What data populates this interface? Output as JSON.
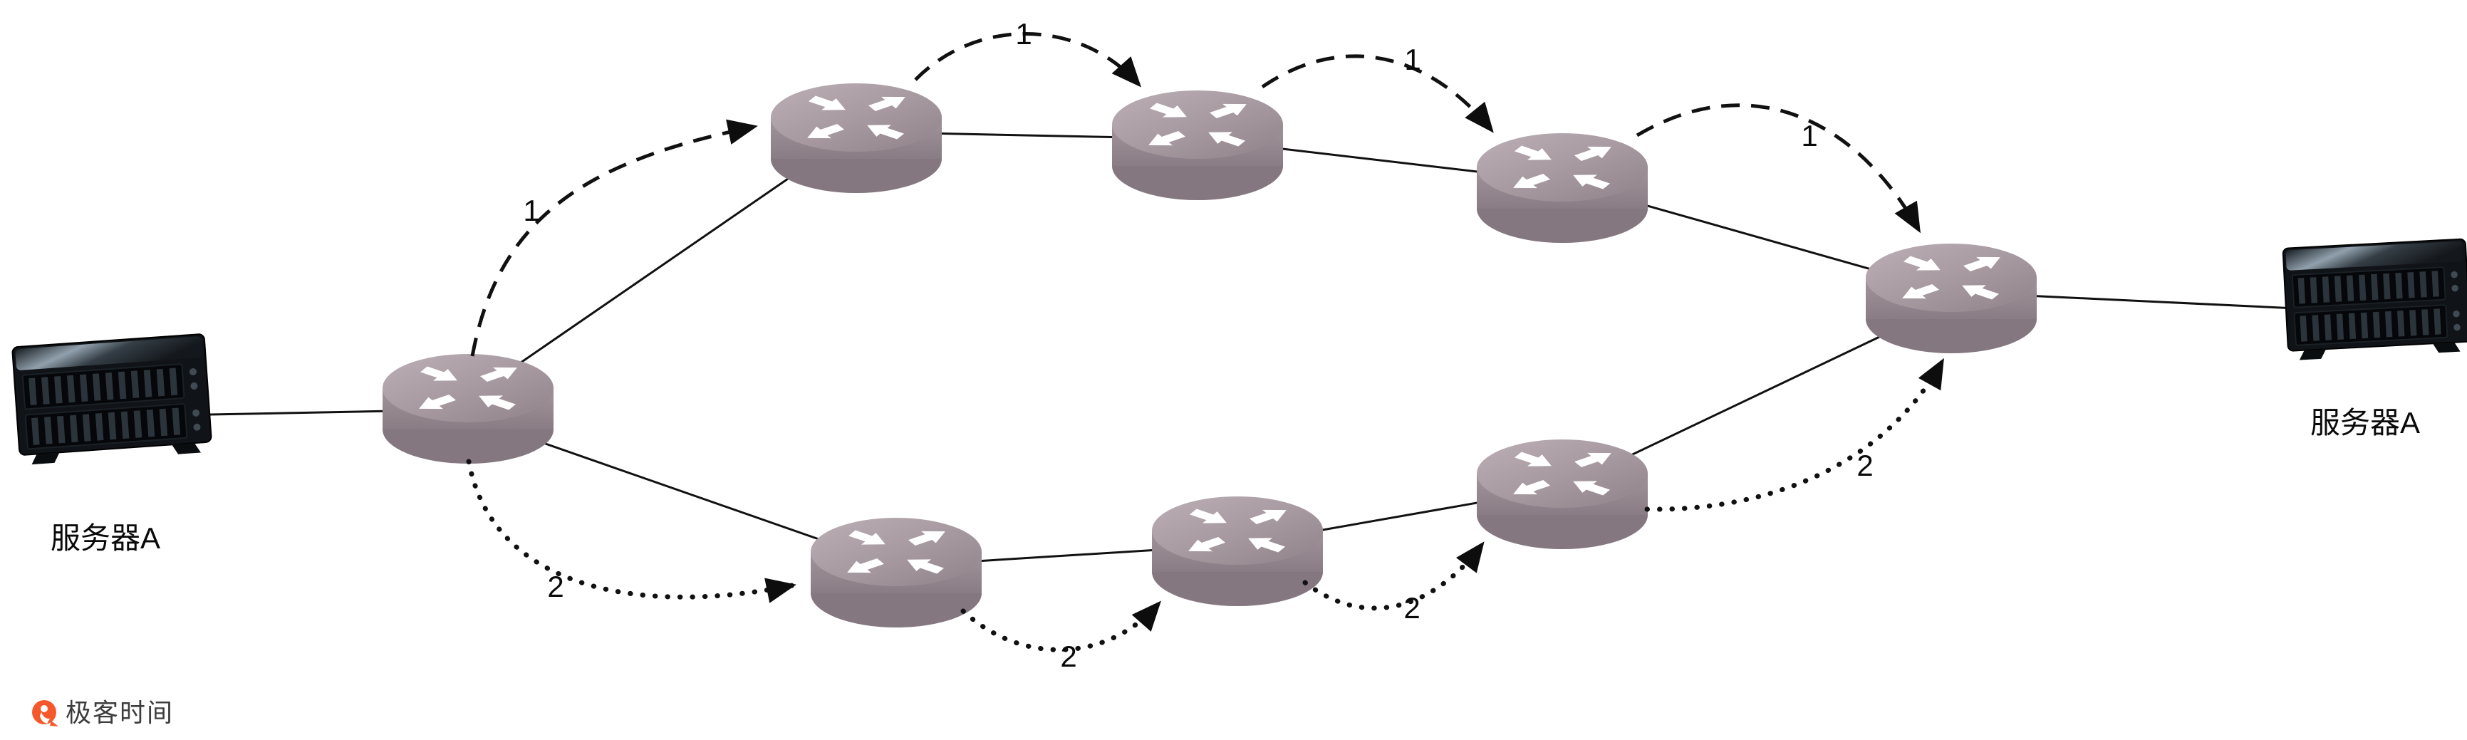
{
  "diagram": {
    "servers": {
      "left": {
        "label": "服务器A"
      },
      "right": {
        "label": "服务器A"
      }
    },
    "routes": {
      "path1": {
        "id": "1",
        "style": "dashed",
        "labels": [
          "1",
          "1",
          "1",
          "1"
        ]
      },
      "path2": {
        "id": "2",
        "style": "dotted",
        "labels": [
          "2",
          "2",
          "2",
          "2"
        ]
      }
    }
  },
  "branding": {
    "logo_text": "极客时间"
  },
  "colors": {
    "router_body": "#9b8d94",
    "router_top_light": "#b7aab0",
    "router_top_dark": "#97888f",
    "line": "#111111",
    "logo_orange": "#F5592B",
    "background": "#ffffff"
  }
}
